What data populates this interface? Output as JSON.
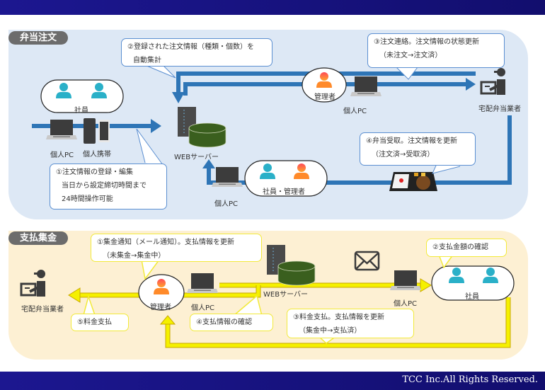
{
  "footer": {
    "copyright": "TCC Inc.All Rights Reserved."
  },
  "colors": {
    "header_bar": "#1c1790",
    "order_panel": "#dde8f5",
    "pay_panel": "#fdf0d3",
    "order_arrow": "#2e75b6",
    "pay_arrow": "#f5f000",
    "server_db": "#3a5f1e",
    "employee_icon": "#2ab0c8",
    "manager_icon": "#ff7a2a"
  },
  "order_section": {
    "title": "弁当注文",
    "employees_label": "社員",
    "pc_label": "個人PC",
    "mobile_label": "個人携帯",
    "server_label": "WEBサーバー",
    "manager_label": "管理者",
    "manager_pc_label": "個人PC",
    "vendor_label": "宅配弁当業者",
    "emp_mgr_label": "社員・管理者",
    "emp_mgr_pc_label": "個人PC",
    "callouts": {
      "step1": {
        "line1": "①注文情報の登録・編集",
        "line2": "当日から設定締切時間まで",
        "line3": "24時間操作可能"
      },
      "step2": {
        "line1": "②登録された注文情報（種類・個数）を",
        "line2": "自動集計"
      },
      "step3": {
        "line1": "③注文連絡。注文情報の状態更新",
        "line2": "（未注文→注文済）"
      },
      "step4": {
        "line1": "④弁当受取。注文情報を更新",
        "line2": "（注文済→受取済）"
      }
    }
  },
  "pay_section": {
    "title": "支払集金",
    "vendor_label": "宅配弁当業者",
    "manager_label": "管理者",
    "manager_pc_label": "個人PC",
    "server_label": "WEBサーバー",
    "employee_pc_label": "個人PC",
    "employees_label": "社員",
    "callouts": {
      "step1": {
        "line1": "①集金通知（メール通知）。支払情報を更新",
        "line2": "（未集金→集金中）"
      },
      "step2": {
        "line1": "②支払金額の確認"
      },
      "step3": {
        "line1": "③料金支払。支払情報を更新",
        "line2": "（集金中→支払済）"
      },
      "step4": {
        "line1": "④支払情報の確認"
      },
      "step5": {
        "line1": "⑤料金支払"
      }
    }
  }
}
